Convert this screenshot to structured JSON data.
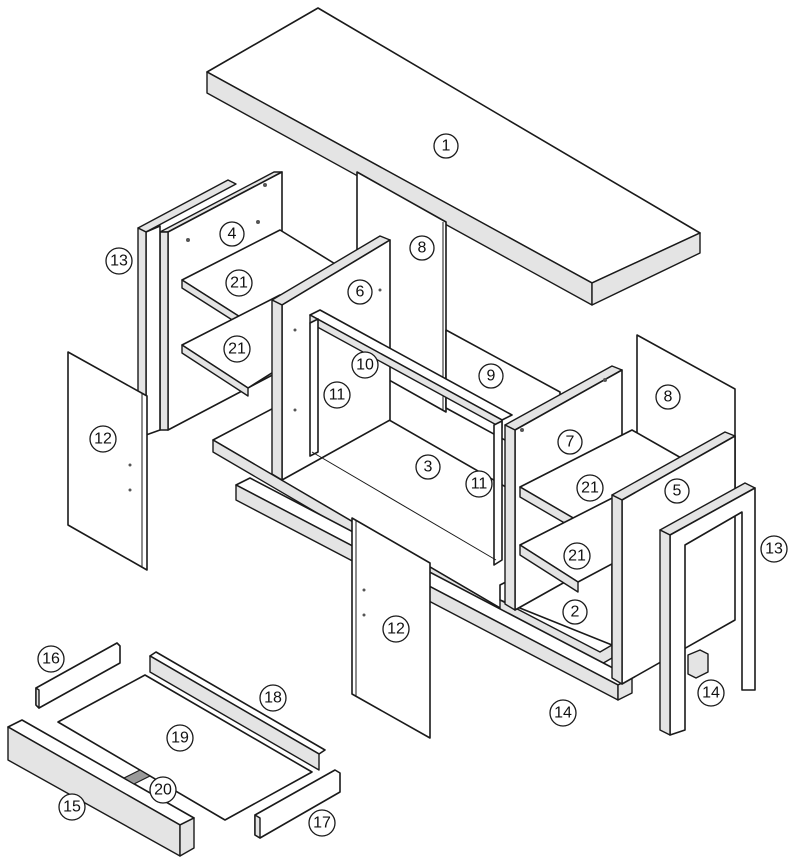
{
  "callouts": {
    "c1": "1",
    "c2": "2",
    "c3": "3",
    "c4": "4",
    "c5": "5",
    "c6": "6",
    "c7": "7",
    "c8a": "8",
    "c8b": "8",
    "c9": "9",
    "c10": "10",
    "c11a": "11",
    "c11b": "11",
    "c12a": "12",
    "c12b": "12",
    "c13a": "13",
    "c13b": "13",
    "c14a": "14",
    "c14b": "14",
    "c15": "15",
    "c16": "16",
    "c17": "17",
    "c18": "18",
    "c19": "19",
    "c20": "20",
    "c21a": "21",
    "c21b": "21",
    "c21c": "21",
    "c21d": "21"
  }
}
